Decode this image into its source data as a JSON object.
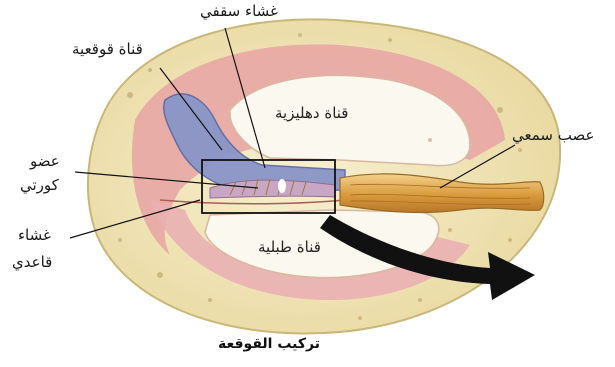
{
  "labels": {
    "tectorial_membrane": "غشاء سقفي",
    "cochlear_duct": "قناة قوقعية",
    "vestibular_canal": "قناة دهليزية",
    "organ_of_corti_line1": "عضو",
    "organ_of_corti_line2": "كورتي",
    "basilar_membrane_line1": "غشاء",
    "basilar_membrane_line2": "قاعدي",
    "tympanic_canal": "قناة طبلية",
    "cochlear_nerve": "عصب سمعي"
  },
  "caption": "تركيب القوقعة",
  "colors": {
    "bone": "#f2e6b6",
    "bone_edge": "#c9b77a",
    "pink_tissue": "#e7a3a5",
    "blue_duct": "#8a95c8",
    "nerve": "#e2b25a",
    "arrow": "#111111"
  }
}
